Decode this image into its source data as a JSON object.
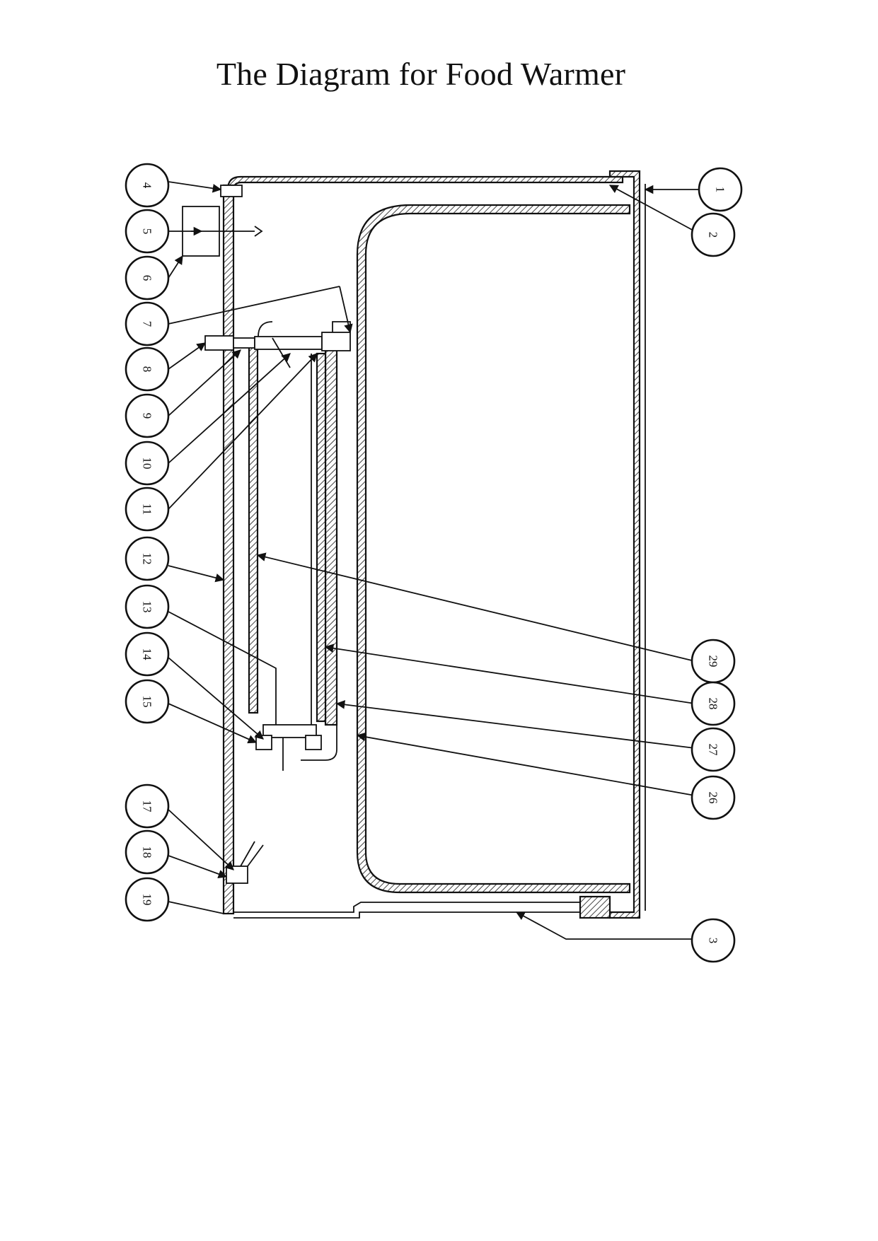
{
  "page": {
    "title": "The Diagram for Food Warmer"
  },
  "callouts": [
    {
      "label": "1"
    },
    {
      "label": "2"
    },
    {
      "label": "3"
    },
    {
      "label": "4"
    },
    {
      "label": "5"
    },
    {
      "label": "6"
    },
    {
      "label": "7"
    },
    {
      "label": "8"
    },
    {
      "label": "9"
    },
    {
      "label": "10"
    },
    {
      "label": "11"
    },
    {
      "label": "12"
    },
    {
      "label": "13"
    },
    {
      "label": "14"
    },
    {
      "label": "15"
    },
    {
      "label": "17"
    },
    {
      "label": "18"
    },
    {
      "label": "19"
    },
    {
      "label": "26"
    },
    {
      "label": "27"
    },
    {
      "label": "28"
    },
    {
      "label": "29"
    }
  ]
}
